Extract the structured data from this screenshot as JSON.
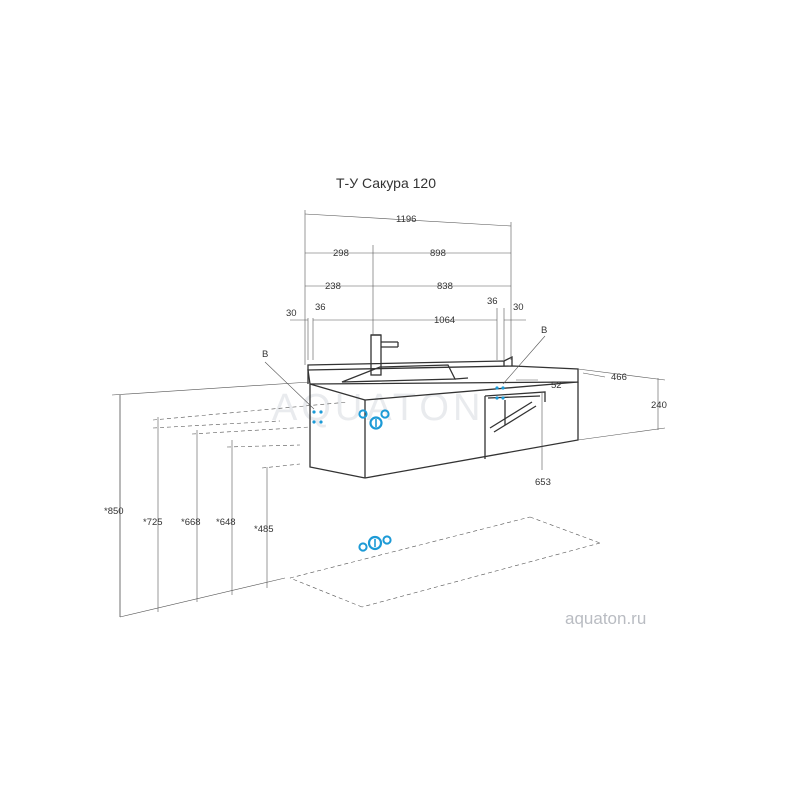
{
  "title": "Т-У Сакура 120",
  "watermark": "aquaton.ru",
  "background_mark": "AQUATON",
  "accent_color": "#1c9ad6",
  "line_color": "#333333",
  "dimensions": {
    "top": [
      "1196",
      "298",
      "898",
      "238",
      "838",
      "30",
      "36",
      "1064",
      "36",
      "30"
    ],
    "right": [
      "466",
      "52",
      "240",
      "653"
    ],
    "heights": [
      "*850",
      "*725",
      "*668",
      "*648",
      "*485"
    ]
  },
  "labels": {
    "b_left": "B",
    "b_right": "B"
  }
}
